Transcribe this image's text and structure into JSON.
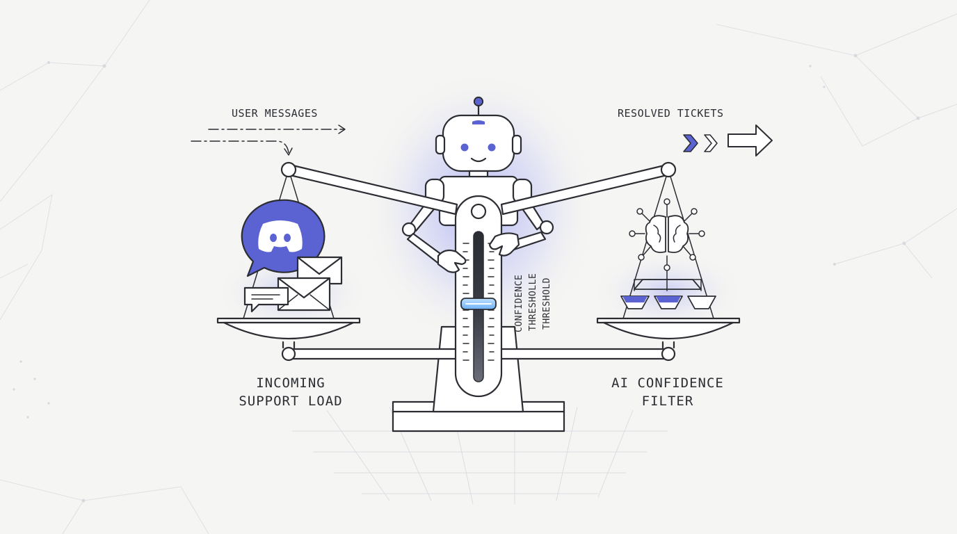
{
  "labels": {
    "user_messages": "USER MESSAGES",
    "resolved_tickets": "RESOLVED TICKETS",
    "left_caption_line1": "INCOMING",
    "left_caption_line2": "SUPPORT LOAD",
    "right_caption_line1": "AI CONFIDENCE",
    "right_caption_line2": "FILTER",
    "gauge_vertical_1": "CONFIDENCE",
    "gauge_vertical_2": "THRESHOLLE",
    "gauge_vertical_3": "THRESHOLD"
  },
  "icons": {
    "chat_app": "discord-icon",
    "mail": "envelope-icon",
    "message": "chat-bubble-icon",
    "ai": "brain-circuit-icon",
    "funnel": "filter-funnel-icon",
    "robot": "robot-icon",
    "arrow": "arrow-right-icon"
  },
  "colors": {
    "accent": "#5b63d3",
    "glow": "#8a8ff5",
    "line": "#2b2d33",
    "background": "#f5f5f3"
  }
}
